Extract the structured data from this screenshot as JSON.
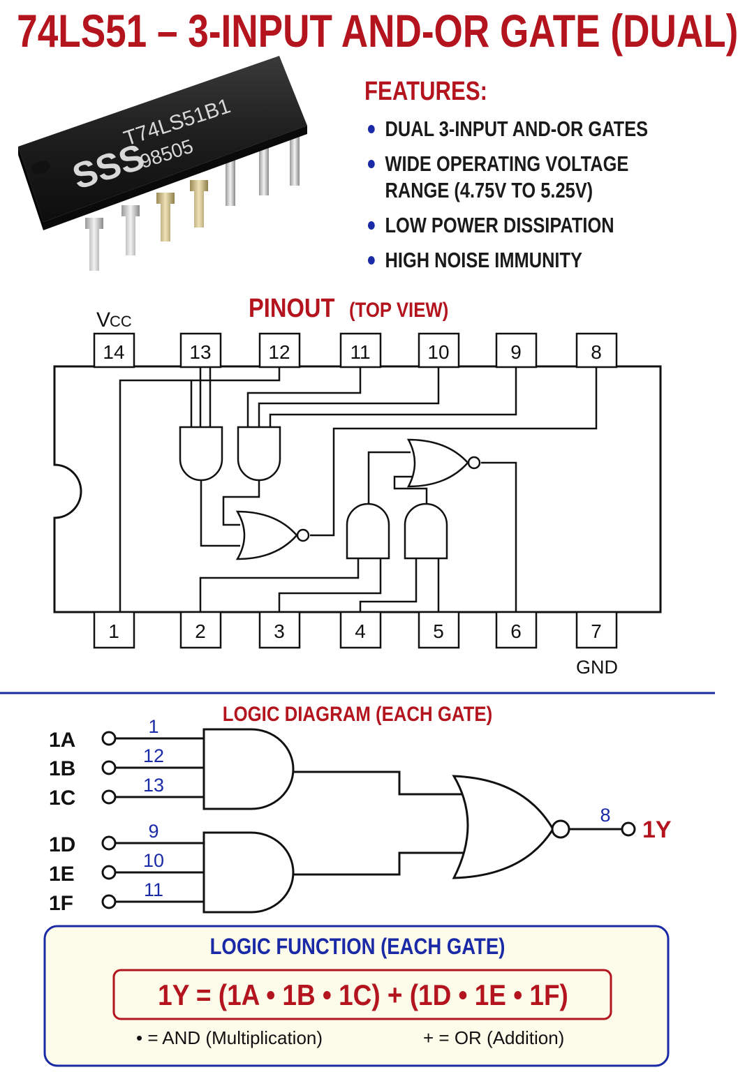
{
  "title": "74LS51 – 3-INPUT AND-OR GATE (DUAL)",
  "chip": {
    "logo_text": "SSS",
    "marking_line1": "T74LS51B1",
    "marking_line2": "98505"
  },
  "features": {
    "title": "FEATURES:",
    "items": [
      "DUAL 3-INPUT AND-OR GATES",
      "WIDE OPERATING VOLTAGE RANGE (4.75V TO 5.25V)",
      "LOW POWER DISSIPATION",
      "HIGH NOISE IMMUNITY"
    ]
  },
  "pinout": {
    "title": "PINOUT",
    "subtitle": "(TOP VIEW)",
    "vcc_label": "V",
    "vcc_sub": "CC",
    "gnd_label": "GND",
    "top_pins": [
      "14",
      "13",
      "12",
      "11",
      "10",
      "9",
      "8"
    ],
    "bottom_pins": [
      "1",
      "2",
      "3",
      "4",
      "5",
      "6",
      "7"
    ]
  },
  "logic_diagram": {
    "title": "LOGIC DIAGRAM (EACH GATE)",
    "inputs": [
      {
        "label": "1A",
        "pin": "1"
      },
      {
        "label": "1B",
        "pin": "12"
      },
      {
        "label": "1C",
        "pin": "13"
      },
      {
        "label": "1D",
        "pin": "9"
      },
      {
        "label": "1E",
        "pin": "10"
      },
      {
        "label": "1F",
        "pin": "11"
      }
    ],
    "output": {
      "label": "1Y",
      "pin": "8"
    }
  },
  "logic_function": {
    "title": "LOGIC FUNCTION (EACH GATE)",
    "equation": "1Y = (1A • 1B • 1C) + (1D • 1E • 1F)",
    "legend_and": "• = AND (Multiplication)",
    "legend_or": "+ = OR (Addition)"
  },
  "colors": {
    "title_red": "#b3141d",
    "accent_blue": "#1a2aa6",
    "panel_bg": "#fdfbe9",
    "ink": "#1a1a1a"
  }
}
